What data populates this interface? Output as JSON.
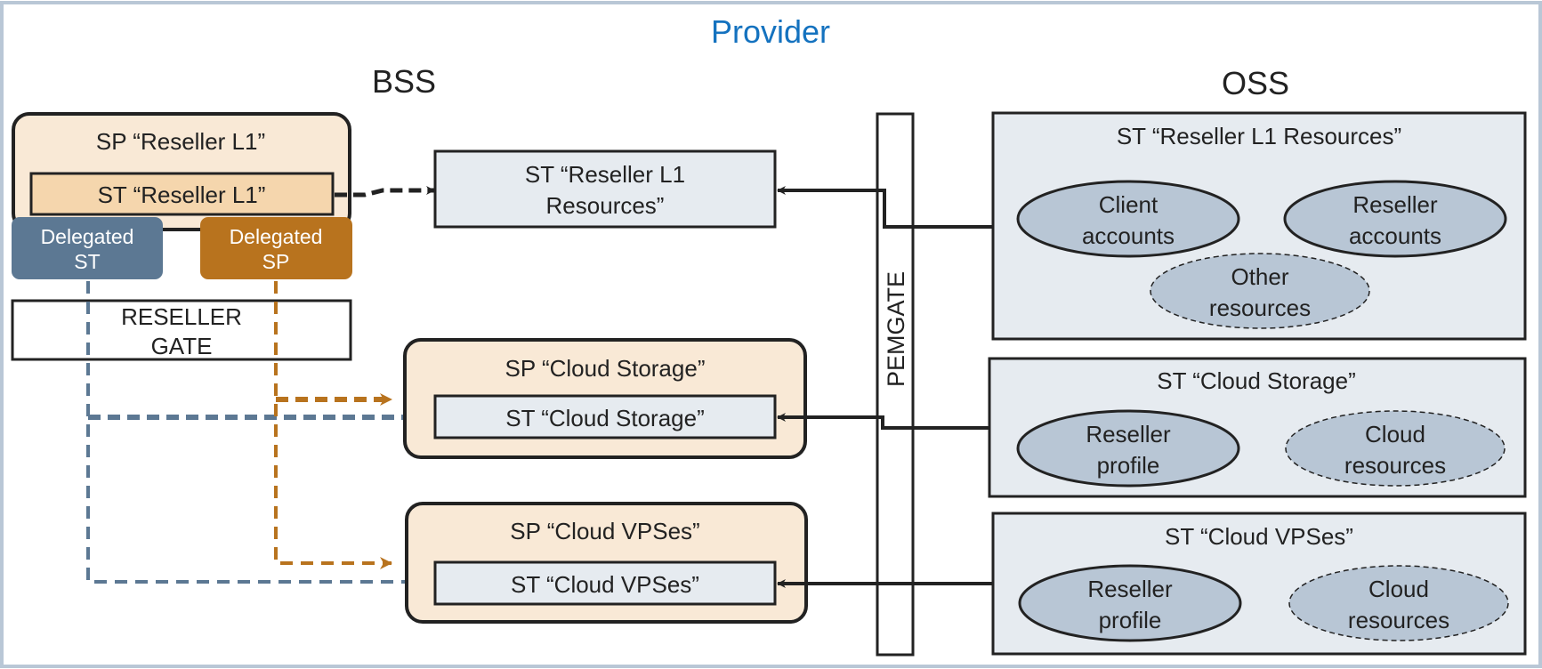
{
  "title": "Provider",
  "sections": {
    "bss": "BSS",
    "oss": "OSS"
  },
  "colors": {
    "frame": "#b9c7d6",
    "title": "#1472bf",
    "sp_fill": "#f9e9d6",
    "st_reseller_fill": "#f5d6ad",
    "st_fill": "#e6ebf0",
    "ellipse_fill": "#b8c6d5",
    "delegated_st": "#5c7893",
    "delegated_sp": "#b8731e",
    "stroke": "#222222"
  },
  "bss": {
    "sp_reseller": {
      "label": "SP “Reseller L1”",
      "st_label": "ST “Reseller L1”"
    },
    "delegated_st": {
      "line1": "Delegated",
      "line2": "ST"
    },
    "delegated_sp": {
      "line1": "Delegated",
      "line2": "SP"
    },
    "reseller_gate": {
      "line1": "RESELLER",
      "line2": "GATE"
    },
    "st_reseller_resources": {
      "line1": "ST “Reseller L1",
      "line2": "Resources”"
    },
    "sp_cloud_storage": {
      "label": "SP “Cloud Storage”",
      "st_label": "ST “Cloud Storage”"
    },
    "sp_cloud_vpses": {
      "label": "SP “Cloud VPSes”",
      "st_label": "ST “Cloud VPSes”"
    }
  },
  "pemgate": "PEMGATE",
  "oss": {
    "reseller_resources": {
      "label": "ST “Reseller L1 Resources”",
      "items": [
        {
          "line1": "Client",
          "line2": "accounts",
          "style": "solid"
        },
        {
          "line1": "Reseller",
          "line2": "accounts",
          "style": "solid"
        },
        {
          "line1": "Other",
          "line2": "resources",
          "style": "dashed"
        }
      ]
    },
    "cloud_storage": {
      "label": "ST “Cloud Storage”",
      "items": [
        {
          "line1": "Reseller",
          "line2": "profile",
          "style": "solid"
        },
        {
          "line1": "Cloud",
          "line2": "resources",
          "style": "dashed"
        }
      ]
    },
    "cloud_vpses": {
      "label": "ST “Cloud VPSes”",
      "items": [
        {
          "line1": "Reseller",
          "line2": "profile",
          "style": "solid"
        },
        {
          "line1": "Cloud",
          "line2": "resources",
          "style": "dashed"
        }
      ]
    }
  }
}
